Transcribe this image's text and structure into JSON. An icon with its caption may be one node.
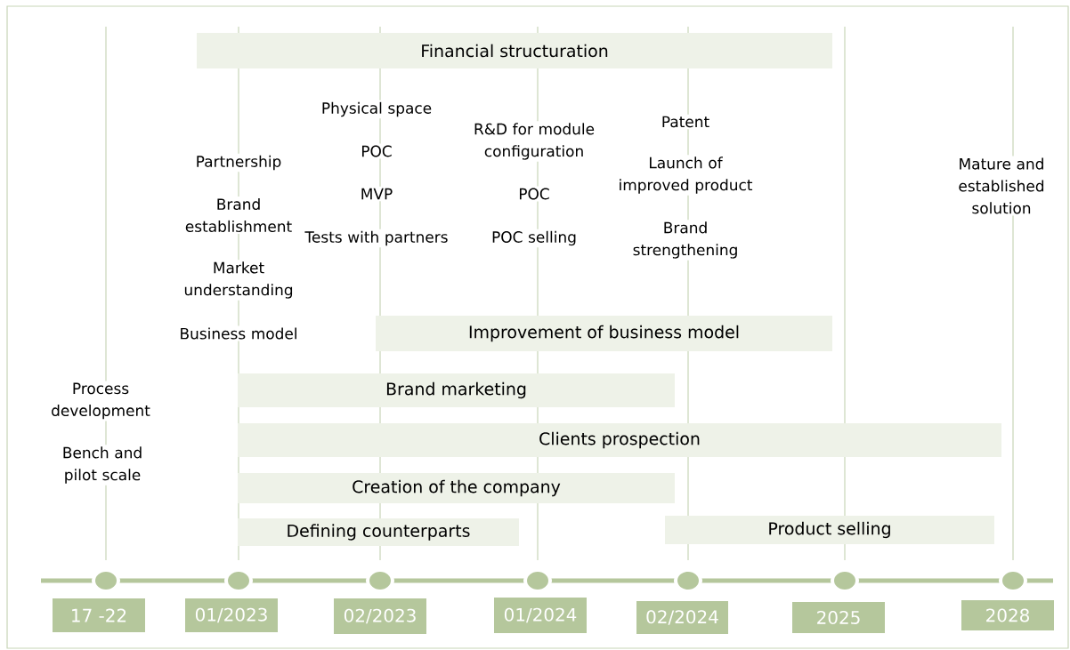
{
  "diagram": {
    "nodes": [
      {
        "text": [
          "Financial structuration"
        ]
      },
      {
        "text": [
          "Improvement of business model"
        ]
      },
      {
        "text": [
          "Brand marketing"
        ]
      },
      {
        "text": [
          "Clients prospection"
        ]
      },
      {
        "text": [
          "Creation of the company"
        ]
      },
      {
        "text": [
          "Defining counterparts"
        ]
      },
      {
        "text": [
          "Product selling"
        ]
      },
      {
        "text": [
          "17 -22"
        ]
      },
      {
        "text": [
          "01/2023"
        ]
      },
      {
        "text": [
          "02/2023"
        ]
      },
      {
        "text": [
          "01/2024"
        ]
      },
      {
        "text": [
          "02/2024"
        ]
      },
      {
        "text": [
          "2025"
        ]
      },
      {
        "text": [
          "2028"
        ]
      }
    ],
    "labels": [
      "Process development",
      "Bench and pilot scale",
      "Partnership",
      "Brand establishment",
      "Market understanding",
      "Business model",
      "Physical space",
      "POC",
      "MVP",
      "Tests with partners",
      "R&D for module configuration",
      "POC",
      "POC selling",
      "Patent",
      "Launch of improved product",
      "Brand strengthening",
      "Mature and established solution"
    ]
  }
}
